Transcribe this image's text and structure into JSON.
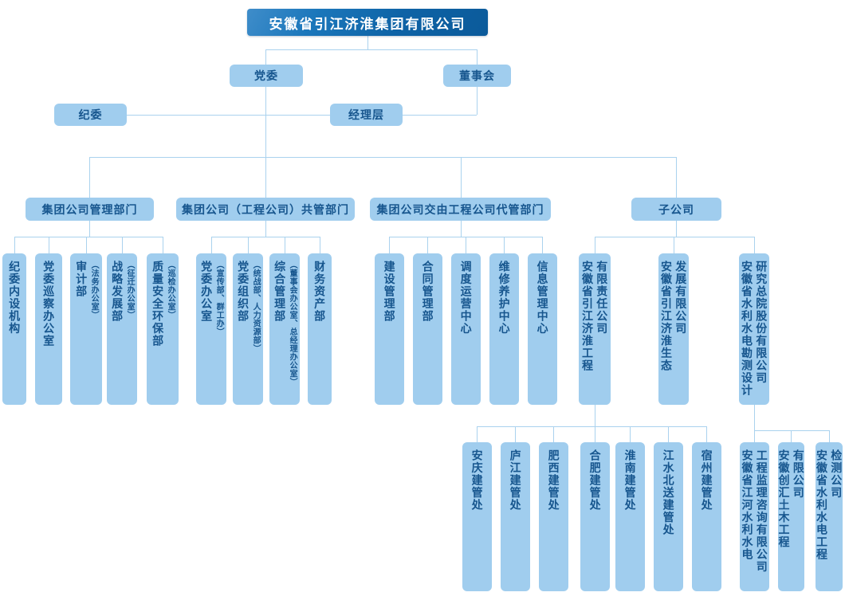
{
  "title": "安徽省引江济淮集团有限公司",
  "nodes": {
    "party_committee": "党委",
    "board": "董事会",
    "discipline_committee": "纪委",
    "management": "经理层"
  },
  "groups": [
    {
      "header": "集团公司管理部门",
      "children": [
        {
          "label": "纪委内设机构"
        },
        {
          "label": "党委巡察办公室"
        },
        {
          "label": "审计部",
          "sub": "（法务办公室）"
        },
        {
          "label": "战略发展部",
          "sub": "（征迁办公室）"
        },
        {
          "label": "质量安全环保部",
          "sub": "（巡检办公室）"
        }
      ]
    },
    {
      "header": "集团公司（工程公司）共管部门",
      "children": [
        {
          "label": "党委办公室",
          "sub": "（宣传部、群工办）"
        },
        {
          "label": "党委组织部",
          "sub": "（统战部、人力资源部）"
        },
        {
          "label": "综合管理部",
          "sub": "（董事会办公室、总经理办公室）"
        },
        {
          "label": "财务资产部"
        }
      ]
    },
    {
      "header": "集团公司交由工程公司代管部门",
      "children": [
        {
          "label": "建设管理部"
        },
        {
          "label": "合同管理部"
        },
        {
          "label": "调度运营中心"
        },
        {
          "label": "维修养护中心"
        },
        {
          "label": "信息管理中心"
        }
      ]
    },
    {
      "header": "子公司",
      "children": [
        {
          "label": "安徽省引江济淮工程\n有限责任公司",
          "children": [
            {
              "label": "安庆建管处"
            },
            {
              "label": "庐江建管处"
            },
            {
              "label": "肥西建管处"
            },
            {
              "label": "合肥建管处"
            },
            {
              "label": "淮南建管处"
            },
            {
              "label": "江水北送建管处"
            },
            {
              "label": "宿州建管处"
            }
          ]
        },
        {
          "label": "安徽省引江济淮生态\n发展有限公司"
        },
        {
          "label": "安徽省水利水电勘测设计\n研究总院股份有限公司",
          "children": [
            {
              "label": "安徽省江河水利水电\n工程监理咨询有限公司"
            },
            {
              "label": "安徽创汇土木工程\n有限公司"
            },
            {
              "label": "安徽省水利水电工程\n检测公司"
            }
          ]
        }
      ]
    }
  ],
  "colors": {
    "root_bg": "#1270b4",
    "node_bg": "#a0cdee",
    "node_text": "#17568e",
    "line": "#aad2ee"
  }
}
